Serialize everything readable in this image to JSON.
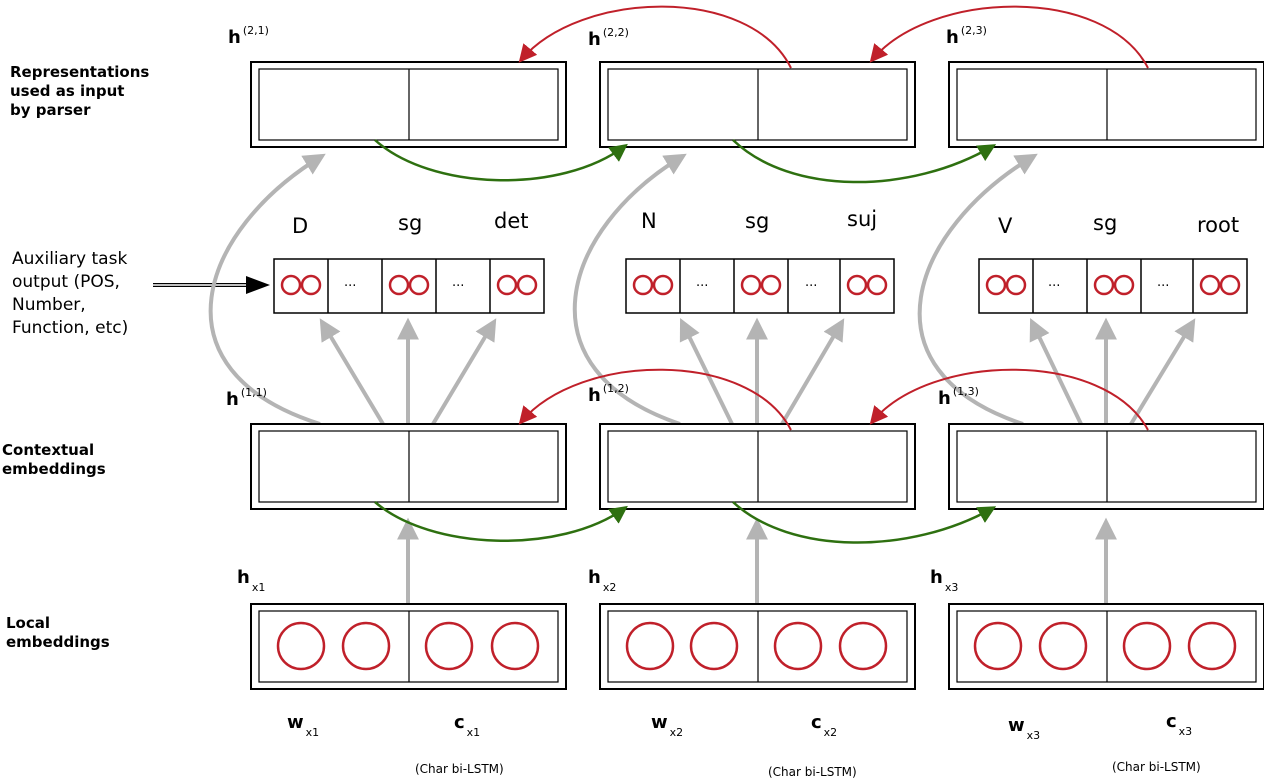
{
  "labels": {
    "representations": [
      "Representations",
      "used as input",
      "by parser"
    ],
    "contextual": [
      "Contextual",
      "embeddings"
    ],
    "local": [
      "Local",
      "embeddings"
    ],
    "auxiliary": [
      "Auxiliary task",
      "output (POS,",
      "Number,",
      "Function, etc)"
    ]
  },
  "top_h": [
    {
      "base": "h",
      "sup": "(2,1)"
    },
    {
      "base": "h",
      "sup": "(2,2)"
    },
    {
      "base": "h",
      "sup": "(2,3)"
    }
  ],
  "mid_h": [
    {
      "base": "h",
      "sup": "(1,1)"
    },
    {
      "base": "h",
      "sup": "(1,2)"
    },
    {
      "base": "h",
      "sup": "(1,3)"
    }
  ],
  "local_h": [
    {
      "base": "h",
      "sub": "x1"
    },
    {
      "base": "h",
      "sub": "x2"
    },
    {
      "base": "h",
      "sub": "x3"
    }
  ],
  "aux_tags": [
    [
      "D",
      "sg",
      "det"
    ],
    [
      "N",
      "sg",
      "suj"
    ],
    [
      "V",
      "sg",
      "root"
    ]
  ],
  "ellipsis": "...",
  "bottom": [
    {
      "w": "w",
      "w_sub": "x1",
      "c": "c",
      "c_sub": "x1"
    },
    {
      "w": "w",
      "w_sub": "x2",
      "c": "c",
      "c_sub": "x2"
    },
    {
      "w": "w",
      "w_sub": "x3",
      "c": "c",
      "c_sub": "x3"
    }
  ],
  "char_note": "(Char bi-LSTM)",
  "colors": {
    "neuron": "#c0202a",
    "backward_arrow": "#c0202a",
    "forward_arrow": "#2e7010",
    "info_arrow": "#b4b4b4",
    "box": "#000000"
  }
}
